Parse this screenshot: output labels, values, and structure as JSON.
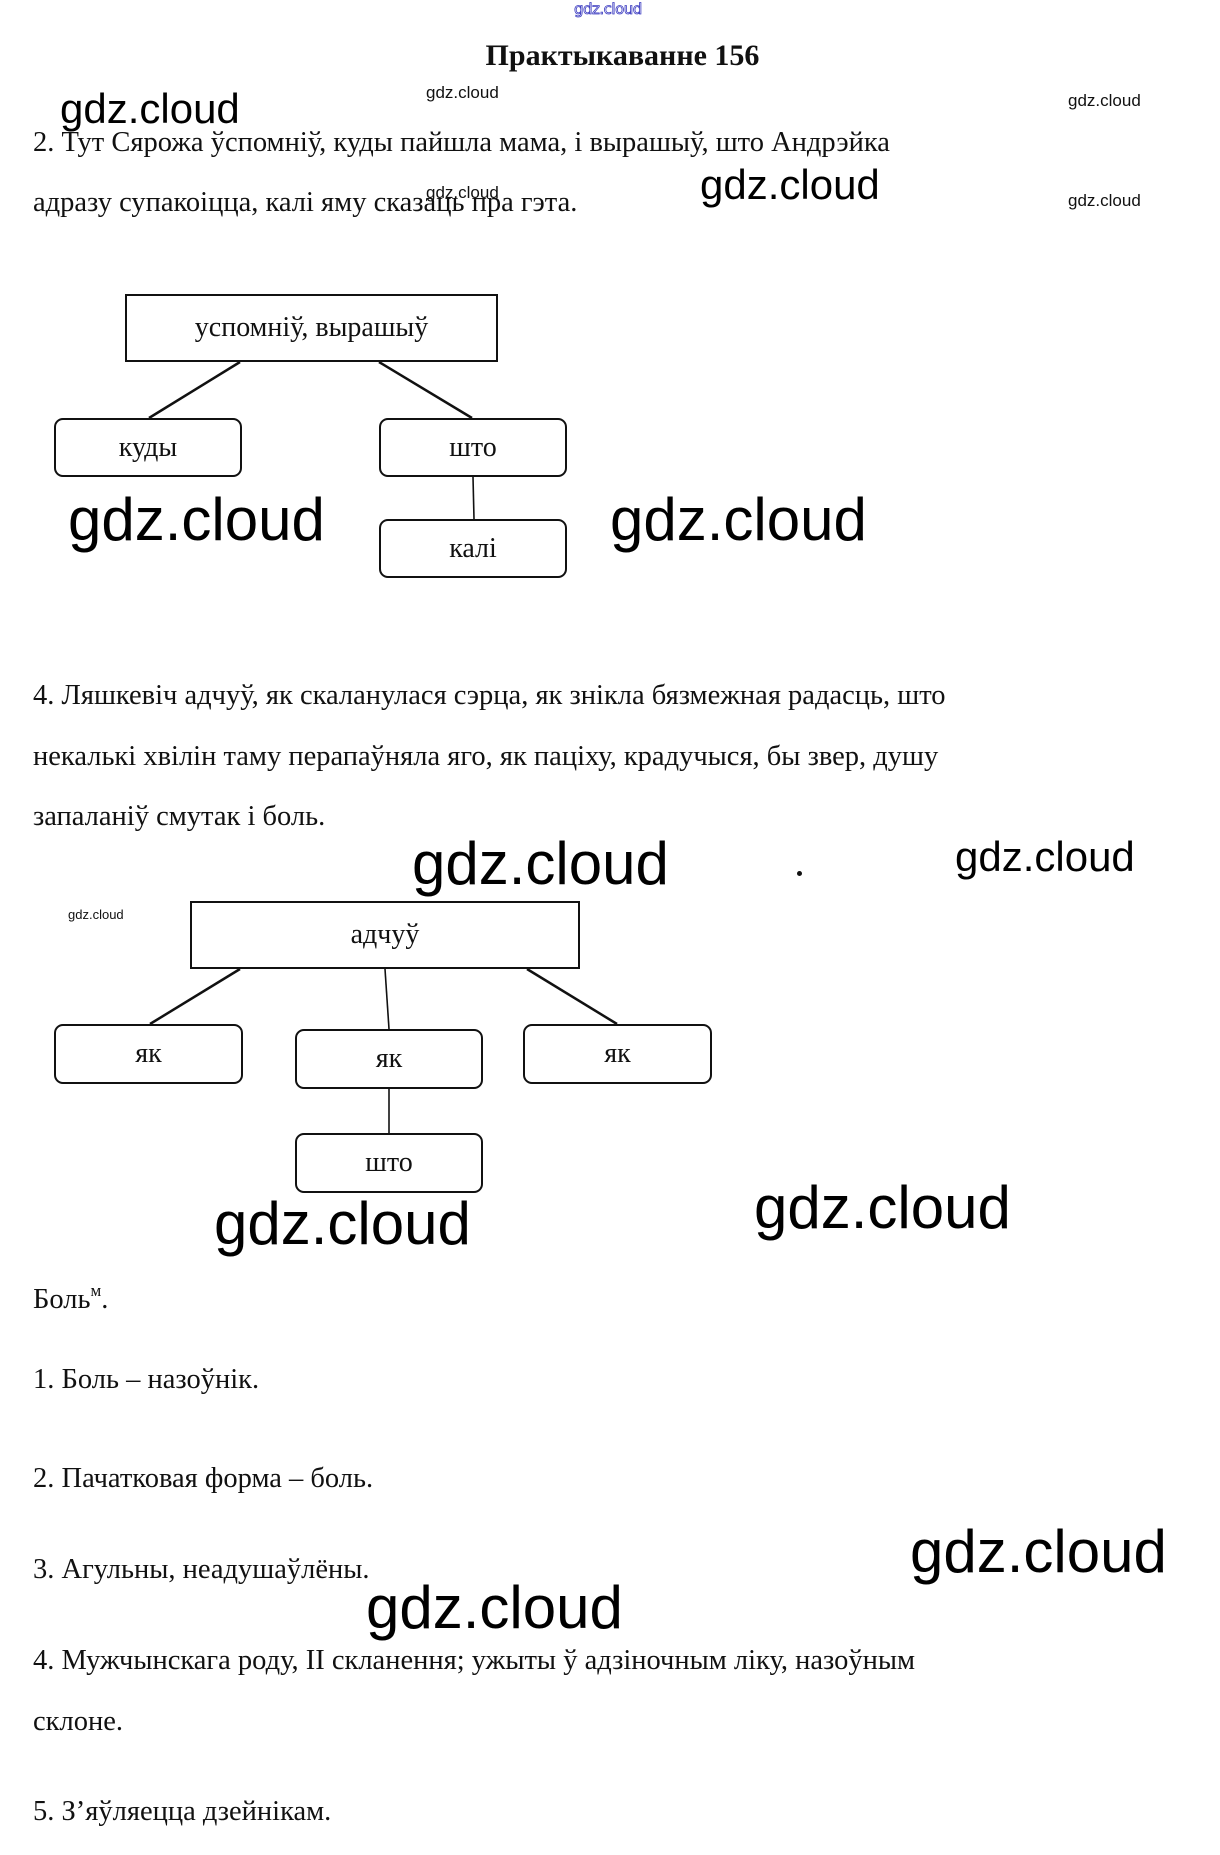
{
  "header": {
    "top_watermark": "gdz.cloud",
    "title": "Практыкаванне 156"
  },
  "watermark_text": "gdz.cloud",
  "task2": {
    "lines": [
      "2. Тут Сярожа ўспомніў, куды пайшла мама, і вырашыў, што Андрэйка",
      "адразу супакоіцца, калі яму сказаць пра гэта."
    ],
    "diagram": {
      "root": "успомніў, вырашыў",
      "children": [
        "куды",
        "што"
      ],
      "grandchild": "калі"
    }
  },
  "task4": {
    "lines": [
      "4. Ляшкевіч адчуў, як скаланулася сэрца, як знікла бязмежная радасць, што",
      "некалькі хвілін таму перапаўняла яго, як паціху, крадучыся, бы звер, душу",
      "запаланіў смутак і боль."
    ],
    "diagram": {
      "root": "адчуў",
      "children": [
        "як",
        "як",
        "як"
      ],
      "grandchild": "што"
    }
  },
  "analysis": {
    "word": "Боль",
    "word_mark": "м",
    "word_suffix": ".",
    "items": [
      "1. Боль – назоўнік.",
      "2. Пачатковая форма – боль.",
      "3. Агульны, неадушаўлёны.",
      "4. Мужчынскага роду, ІІ скланення; ужыты ў адзіночным ліку, назоўным",
      "склоне.",
      "5. З’яўляецца дзейнікам."
    ]
  }
}
